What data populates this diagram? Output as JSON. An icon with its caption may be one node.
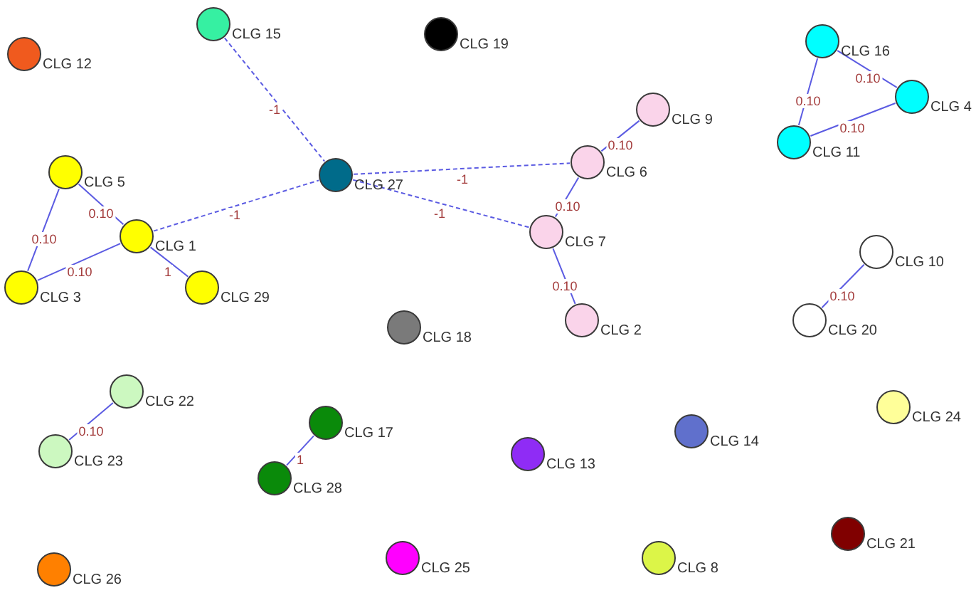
{
  "diagram": {
    "nodes": [
      {
        "text": [
          "CLG 15"
        ]
      },
      {
        "text": [
          "CLG 19"
        ]
      },
      {
        "text": [
          "CLG 16"
        ]
      },
      {
        "text": [
          "CLG 12"
        ]
      },
      {
        "text": [
          "CLG 4"
        ]
      },
      {
        "text": [
          "CLG 9"
        ]
      },
      {
        "text": [
          "CLG 11"
        ]
      },
      {
        "text": [
          "CLG 6"
        ]
      },
      {
        "text": [
          "CLG 5"
        ]
      },
      {
        "text": [
          "CLG 27"
        ]
      },
      {
        "text": [
          "CLG 7"
        ]
      },
      {
        "text": [
          "CLG 1"
        ]
      },
      {
        "text": [
          "CLG 10"
        ]
      },
      {
        "text": [
          "CLG 3"
        ]
      },
      {
        "text": [
          "CLG 29"
        ]
      },
      {
        "text": [
          "CLG 2"
        ]
      },
      {
        "text": [
          "CLG 20"
        ]
      },
      {
        "text": [
          "CLG 18"
        ]
      },
      {
        "text": [
          "CLG 22"
        ]
      },
      {
        "text": [
          "CLG 24"
        ]
      },
      {
        "text": [
          "CLG 17"
        ]
      },
      {
        "text": [
          "CLG 14"
        ]
      },
      {
        "text": [
          "CLG 23"
        ]
      },
      {
        "text": [
          "CLG 13"
        ]
      },
      {
        "text": [
          "CLG 28"
        ]
      },
      {
        "text": [
          "CLG 21"
        ]
      },
      {
        "text": [
          "CLG 25"
        ]
      },
      {
        "text": [
          "CLG 8"
        ]
      },
      {
        "text": [
          "CLG 26"
        ]
      }
    ],
    "edges": [
      {
        "from": 0,
        "to": 9,
        "arrow": "none",
        "label": "-1",
        "style": "dashed"
      },
      {
        "from": 11,
        "to": 9,
        "arrow": "none",
        "label": "-1",
        "style": "dashed"
      },
      {
        "from": 9,
        "to": 7,
        "arrow": "none",
        "label": "-1",
        "style": "dashed"
      },
      {
        "from": 9,
        "to": 10,
        "arrow": "none",
        "label": "-1",
        "style": "dashed"
      },
      {
        "from": 8,
        "to": 11,
        "arrow": "none",
        "label": "0.10"
      },
      {
        "from": 8,
        "to": 13,
        "arrow": "none",
        "label": "0.10"
      },
      {
        "from": 13,
        "to": 11,
        "arrow": "none",
        "label": "0.10"
      },
      {
        "from": 11,
        "to": 14,
        "arrow": "none",
        "label": "1"
      },
      {
        "from": 5,
        "to": 7,
        "arrow": "none",
        "label": "0.10"
      },
      {
        "from": 7,
        "to": 10,
        "arrow": "none",
        "label": "0.10"
      },
      {
        "from": 10,
        "to": 15,
        "arrow": "none",
        "label": "0.10"
      },
      {
        "from": 2,
        "to": 4,
        "arrow": "none",
        "label": "0.10"
      },
      {
        "from": 2,
        "to": 6,
        "arrow": "none",
        "label": "0.10"
      },
      {
        "from": 6,
        "to": 4,
        "arrow": "none",
        "label": "0.10"
      },
      {
        "from": 12,
        "to": 16,
        "arrow": "none",
        "label": "0.10"
      },
      {
        "from": 18,
        "to": 22,
        "arrow": "none",
        "label": "0.10"
      },
      {
        "from": 20,
        "to": 24,
        "arrow": "none",
        "label": "1"
      }
    ]
  }
}
